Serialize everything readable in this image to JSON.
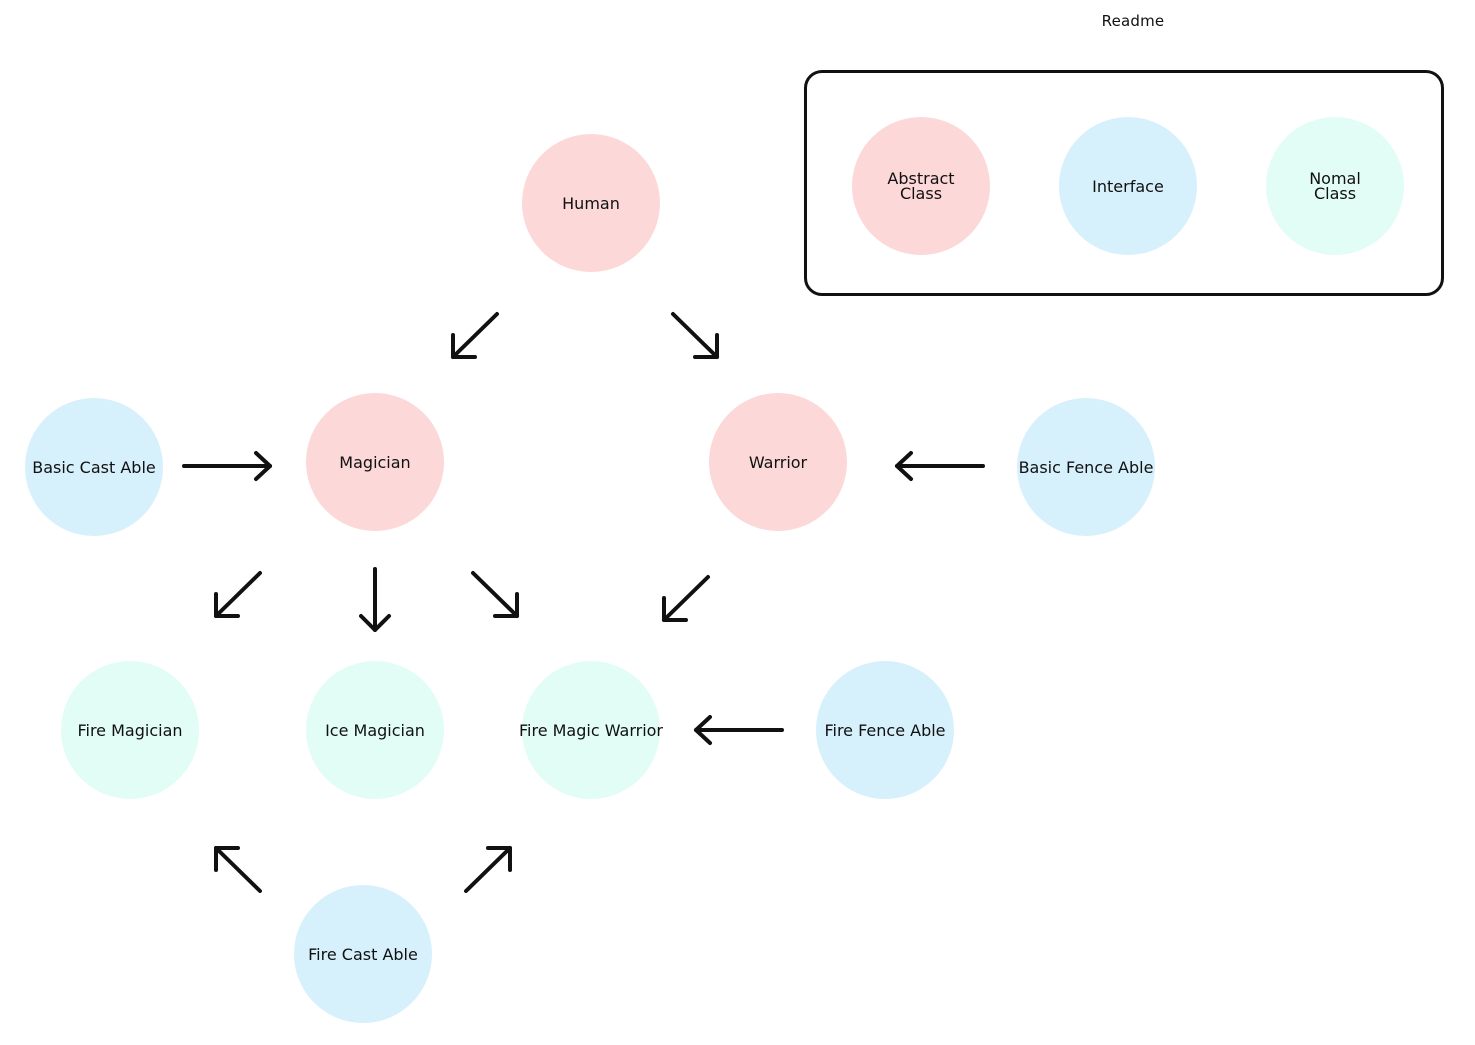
{
  "readme": {
    "title": "Readme",
    "legend": [
      {
        "label": "Abstract\nClass",
        "type": "abstract"
      },
      {
        "label": "Interface",
        "type": "interface"
      },
      {
        "label": "Nomal\nClass",
        "type": "normal"
      }
    ]
  },
  "colors": {
    "abstract": "#fcd8d8",
    "interface": "#d6f0fc",
    "normal": "#e2fcf6",
    "arrow": "#111111"
  },
  "nodes": {
    "human": "Human",
    "magician": "Magician",
    "warrior": "Warrior",
    "basic_cast_able": "Basic Cast Able",
    "basic_fence_able": "Basic Fence Able",
    "fire_magician": "Fire Magician",
    "ice_magician": "Ice Magician",
    "fire_magic_warrior": "Fire Magic Warrior",
    "fire_fence_able": "Fire Fence Able",
    "fire_cast_able": "Fire Cast Able"
  },
  "relations": [
    {
      "from": "Human",
      "to": "Magician"
    },
    {
      "from": "Human",
      "to": "Warrior"
    },
    {
      "from": "Basic Cast Able",
      "to": "Magician"
    },
    {
      "from": "Basic Fence Able",
      "to": "Warrior"
    },
    {
      "from": "Magician",
      "to": "Fire Magician"
    },
    {
      "from": "Magician",
      "to": "Ice Magician"
    },
    {
      "from": "Magician",
      "to": "Fire Magic Warrior"
    },
    {
      "from": "Warrior",
      "to": "Fire Magic Warrior"
    },
    {
      "from": "Fire Fence Able",
      "to": "Fire Magic Warrior"
    },
    {
      "from": "Fire Cast Able",
      "to": "Fire Magician"
    },
    {
      "from": "Fire Cast Able",
      "to": "Fire Magic Warrior"
    }
  ]
}
